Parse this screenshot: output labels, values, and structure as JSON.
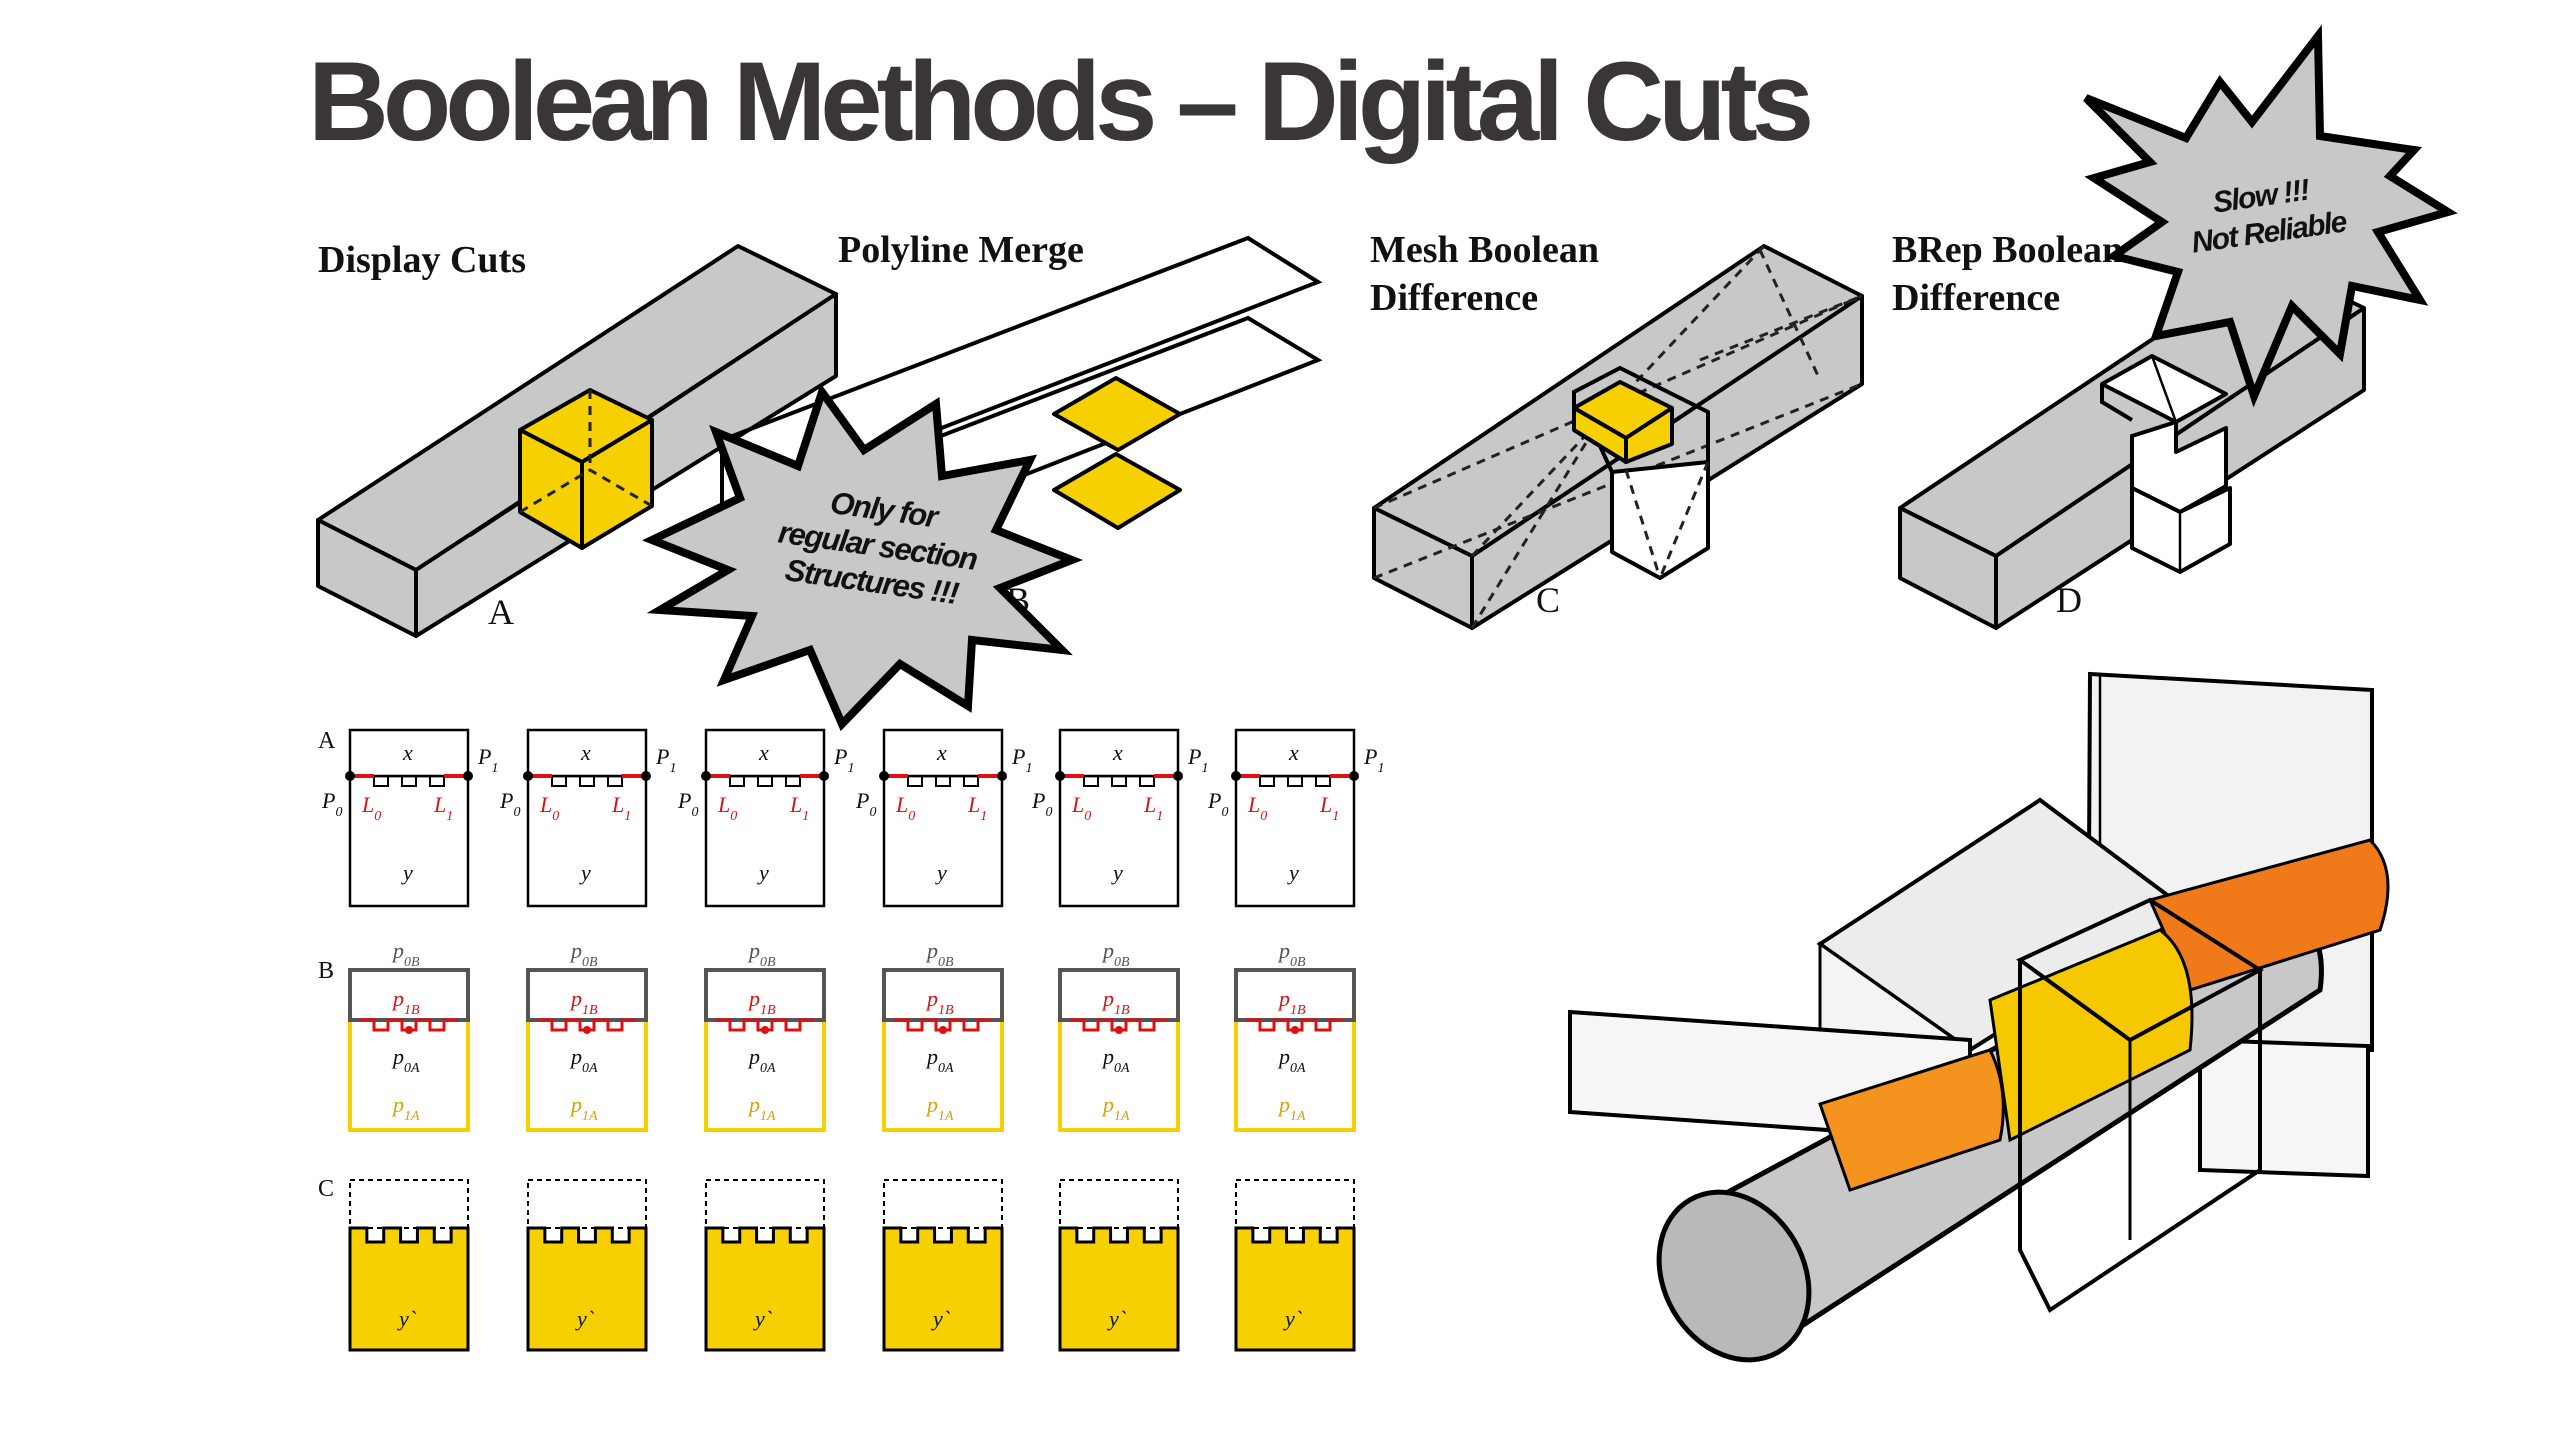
{
  "title": "Boolean Methods – Digital Cuts",
  "panels": [
    {
      "label_lines": [
        "Display Cuts"
      ],
      "letter": "A"
    },
    {
      "label_lines": [
        "Polyline Merge"
      ],
      "letter": "B"
    },
    {
      "label_lines": [
        "Mesh Boolean",
        "Difference"
      ],
      "letter": "C"
    },
    {
      "label_lines": [
        "BRep Boolean",
        "Difference"
      ],
      "letter": "D"
    }
  ],
  "bursts": {
    "regular": [
      "Only for",
      "regular section",
      "Structures !!!"
    ],
    "slow": [
      "Slow !!!",
      "Not Reliable"
    ]
  },
  "grid": {
    "row_labels": [
      "A",
      "B",
      "C"
    ],
    "row_a": {
      "x": "x",
      "y": "y",
      "p0": "P",
      "p0_sub": "0",
      "p1": "P",
      "p1_sub": "1",
      "l0": "L",
      "l0_sub": "0",
      "l1": "L",
      "l1_sub": "1"
    },
    "row_b": {
      "p0b": "p",
      "p0b_sub": "0B",
      "p1b": "p",
      "p1b_sub": "1B",
      "p0a": "p",
      "p0a_sub": "0A",
      "p1a": "p",
      "p1a_sub": "1A"
    },
    "row_c": {
      "y": "y`"
    }
  },
  "colors": {
    "title": "#3a3636",
    "gold": "#f6d000",
    "grey": "#c8c8c8",
    "red": "#dd1111",
    "orange": "#f07a1a",
    "black": "#000000"
  }
}
